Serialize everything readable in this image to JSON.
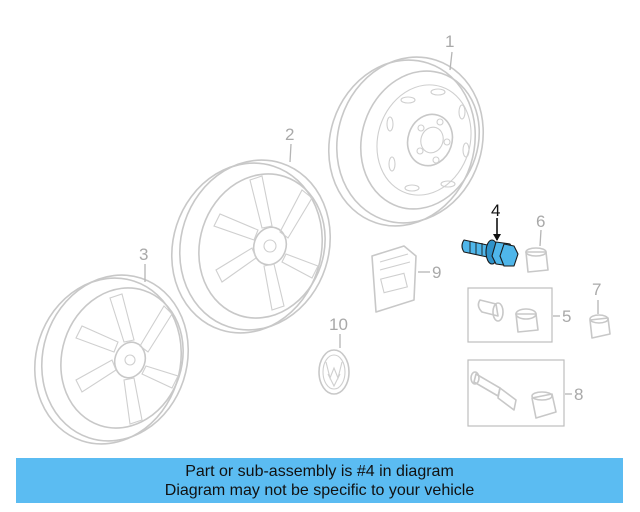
{
  "diagram": {
    "callouts": {
      "c1": "1",
      "c2": "2",
      "c3": "3",
      "c4": "4",
      "c5": "5",
      "c6": "6",
      "c7": "7",
      "c8": "8",
      "c9": "9",
      "c10": "10"
    },
    "highlighted_part": "4",
    "highlight_color": "#4fb6ea"
  },
  "banner": {
    "line1": "Part or sub-assembly is #4 in diagram",
    "line2": "Diagram may not be specific to your vehicle",
    "color": "#5bbcf2"
  }
}
